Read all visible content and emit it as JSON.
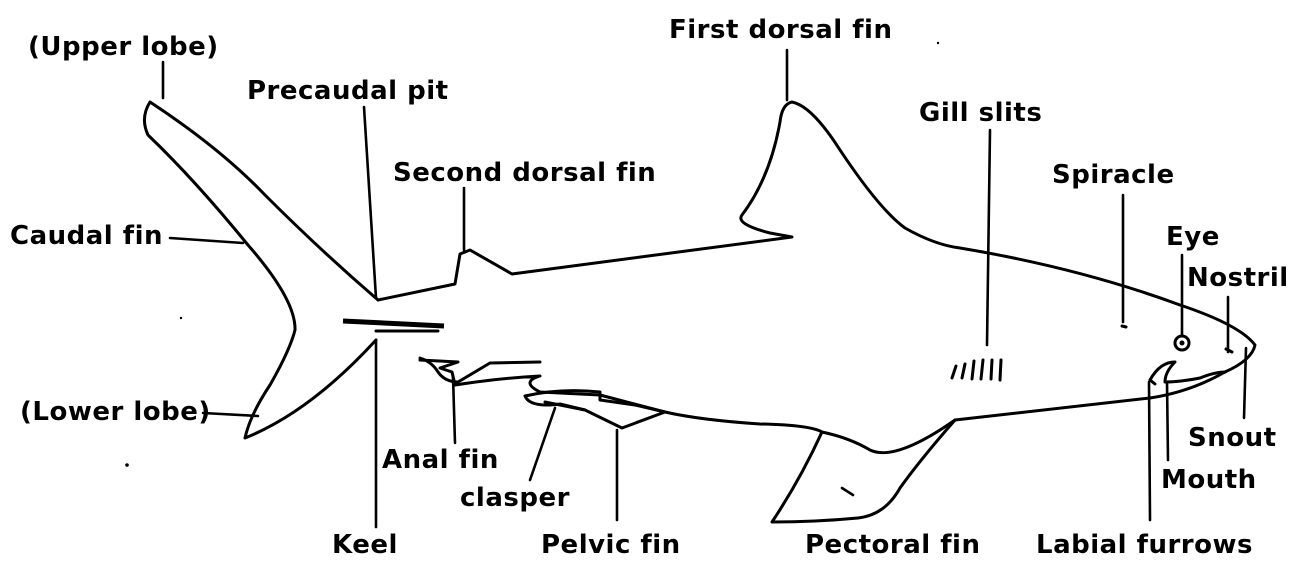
{
  "labels": {
    "upper_lobe": "(Upper lobe)",
    "first_dorsal_fin": "First dorsal fin",
    "precaudal_pit": "Precaudal pit",
    "gill_slits": "Gill slits",
    "second_dorsal_fin": "Second dorsal fin",
    "spiracle": "Spiracle",
    "caudal_fin": "Caudal fin",
    "eye": "Eye",
    "nostril": "Nostril",
    "lower_lobe": "(Lower lobe)",
    "snout": "Snout",
    "anal_fin": "Anal fin",
    "mouth": "Mouth",
    "clasper": "clasper",
    "keel": "Keel",
    "pelvic_fin": "Pelvic fin",
    "pectoral_fin": "Pectoral fin",
    "labial_furrows": "Labial furrows"
  }
}
